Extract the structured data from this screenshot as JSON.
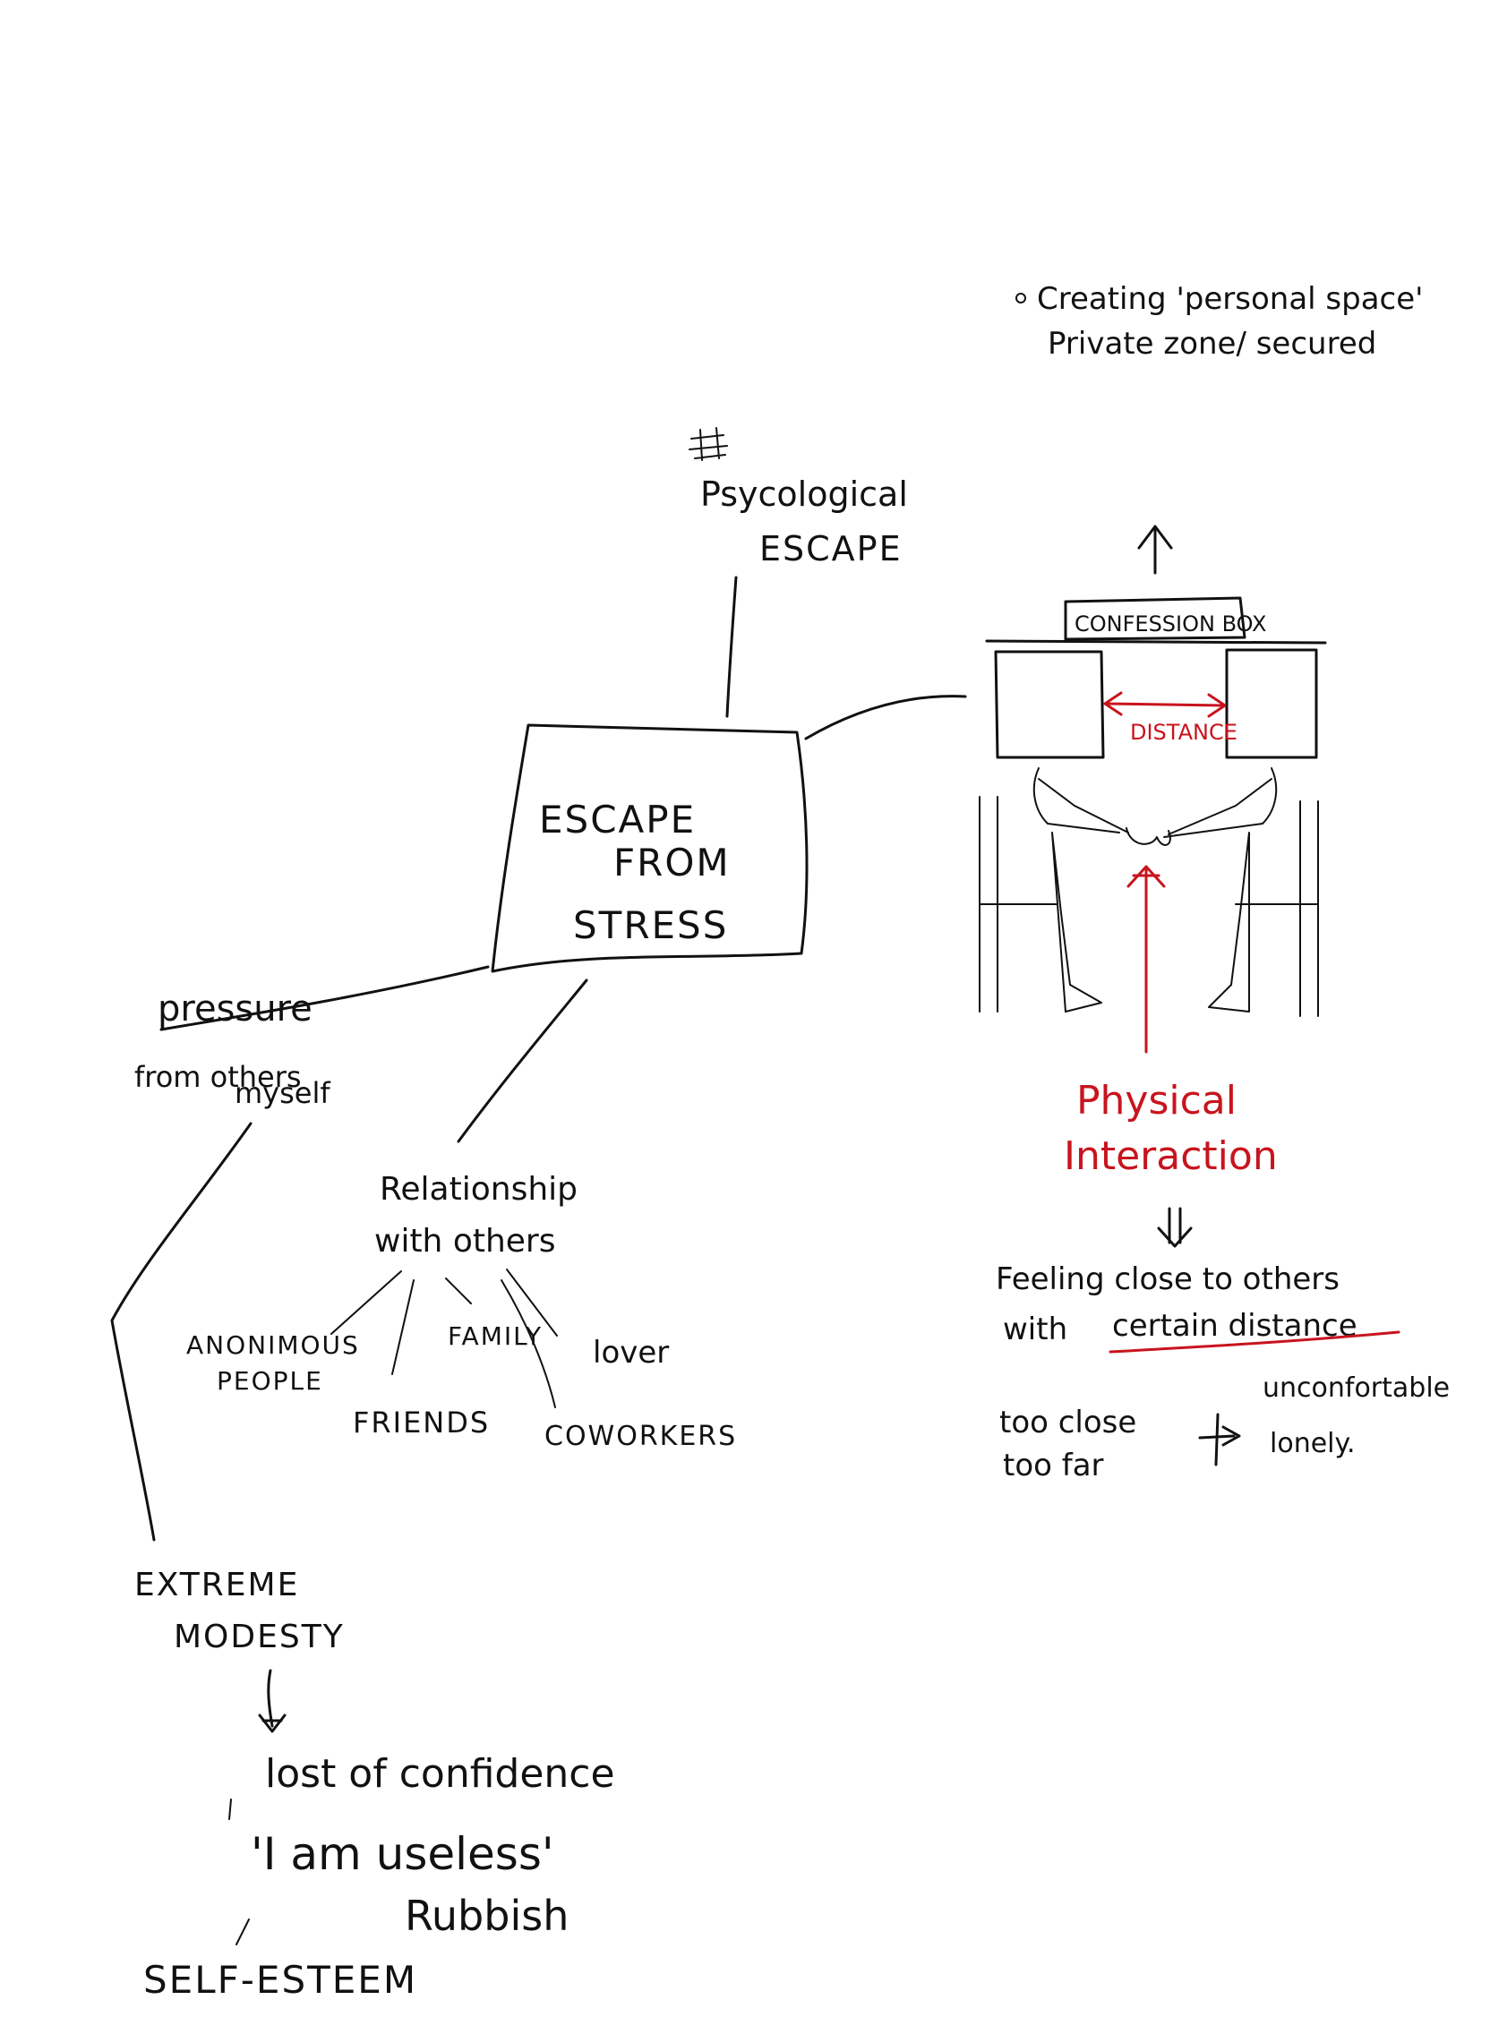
{
  "top_note": {
    "line1": "Creating 'personal space'",
    "line2": "Private zone/ secured"
  },
  "psychological": {
    "line1": "Psycological",
    "line2": "ESCAPE"
  },
  "center": {
    "line1": "ESCAPE",
    "line2": "FROM",
    "line3": "STRESS"
  },
  "pressure": {
    "title": "pressure",
    "line1": "from others",
    "line2": "myself"
  },
  "relationship": {
    "line1": "Relationship",
    "line2": "with others",
    "items": [
      "ANONIMOUS",
      "PEOPLE",
      "FAMILY",
      "lover",
      "FRIENDS",
      "COWORKERS"
    ]
  },
  "illustration": {
    "confession_box": "CONFESSION BOX",
    "distance": "DISTANCE"
  },
  "physical": {
    "line1": "Physical",
    "line2": "Interaction",
    "feeling1": "Feeling close to others",
    "feeling2_prefix": "with",
    "feeling2_underlined": "certain distance",
    "too_close": "too close",
    "too_far": "too far",
    "result1": "unconfortable",
    "result2": "lonely."
  },
  "modesty": {
    "line1": "EXTREME",
    "line2": "MODESTY",
    "lost": "lost of confidence",
    "useless": "'I am useless'",
    "rubbish": "Rubbish",
    "self_esteem": "SELF-ESTEEM"
  },
  "colors": {
    "ink": "#111111",
    "accent_red": "#c8141e",
    "paper": "#ffffff"
  }
}
